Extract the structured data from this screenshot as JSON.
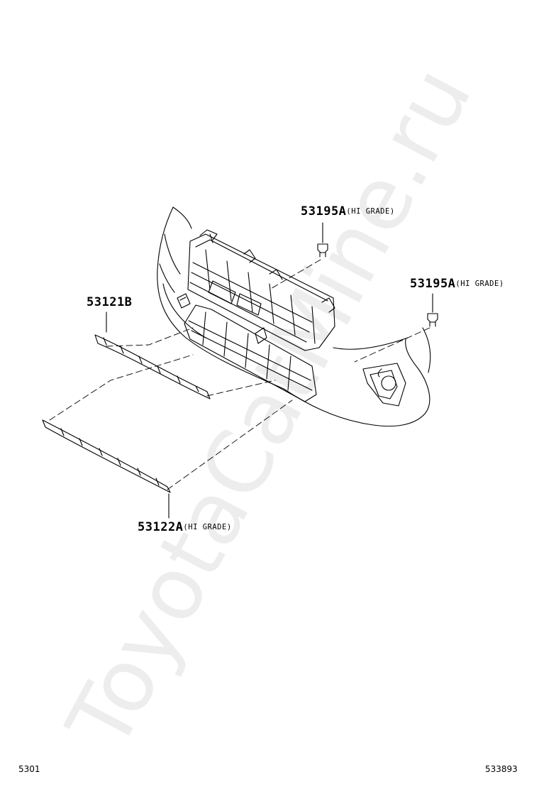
{
  "callouts": [
    {
      "part": "53195A",
      "note": "(HI GRADE)"
    },
    {
      "part": "53195A",
      "note": "(HI GRADE)"
    },
    {
      "part": "53121B",
      "note": ""
    },
    {
      "part": "53122A",
      "note": "(HI GRADE)"
    }
  ],
  "footer": {
    "page_code": "5301",
    "diagram_number": "533893"
  },
  "watermark": "ToyotaCatMine.ru"
}
